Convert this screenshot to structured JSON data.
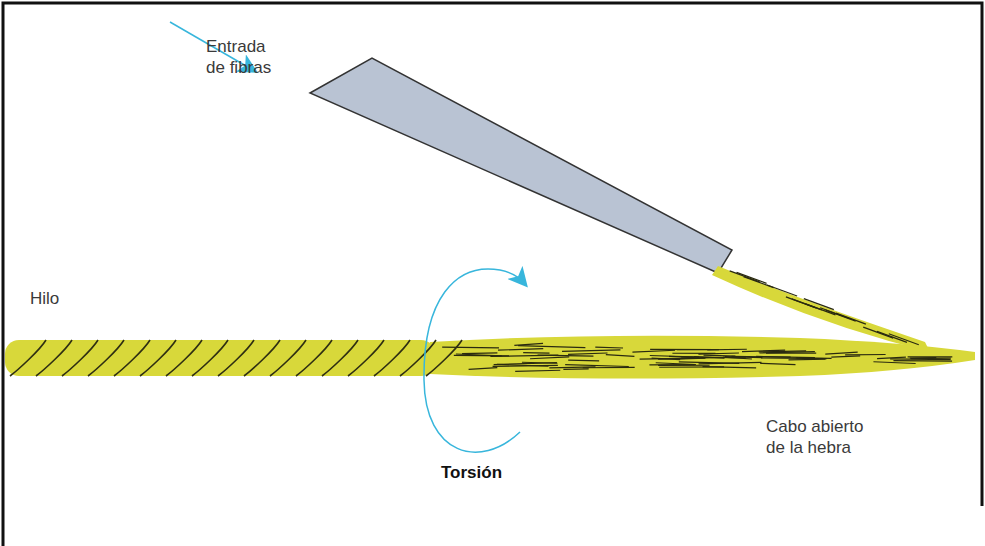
{
  "diagram": {
    "labels": [
      "Entrada de fibras",
      "Hilo",
      "Cabo abierto de la hebra",
      "Torsión"
    ]
  }
}
